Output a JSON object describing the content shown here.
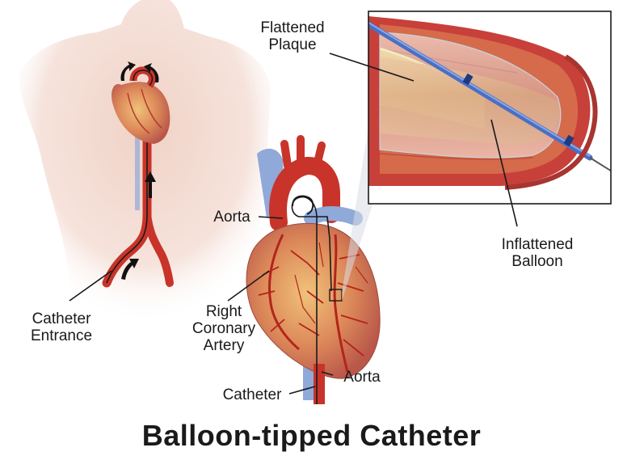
{
  "title": "Balloon-tipped Catheter",
  "labels": {
    "flattened_plaque": [
      "Flattened",
      "Plaque"
    ],
    "aorta_upper": "Aorta",
    "inflattened_balloon": [
      "Inflattened",
      "Balloon"
    ],
    "catheter_entrance": [
      "Catheter",
      "Entrance"
    ],
    "right_coronary_artery": [
      "Right",
      "Coronary",
      "Artery"
    ],
    "aorta_lower": "Aorta",
    "catheter": "Catheter"
  },
  "colors": {
    "skin": "#f3d9cf",
    "artery_red": "#c8342a",
    "vein_blue": "#8fa9d9",
    "heart_base": "#d9826a",
    "plaque_yellow": "#e8c25a",
    "catheter_blue": "#4a6fc4"
  }
}
